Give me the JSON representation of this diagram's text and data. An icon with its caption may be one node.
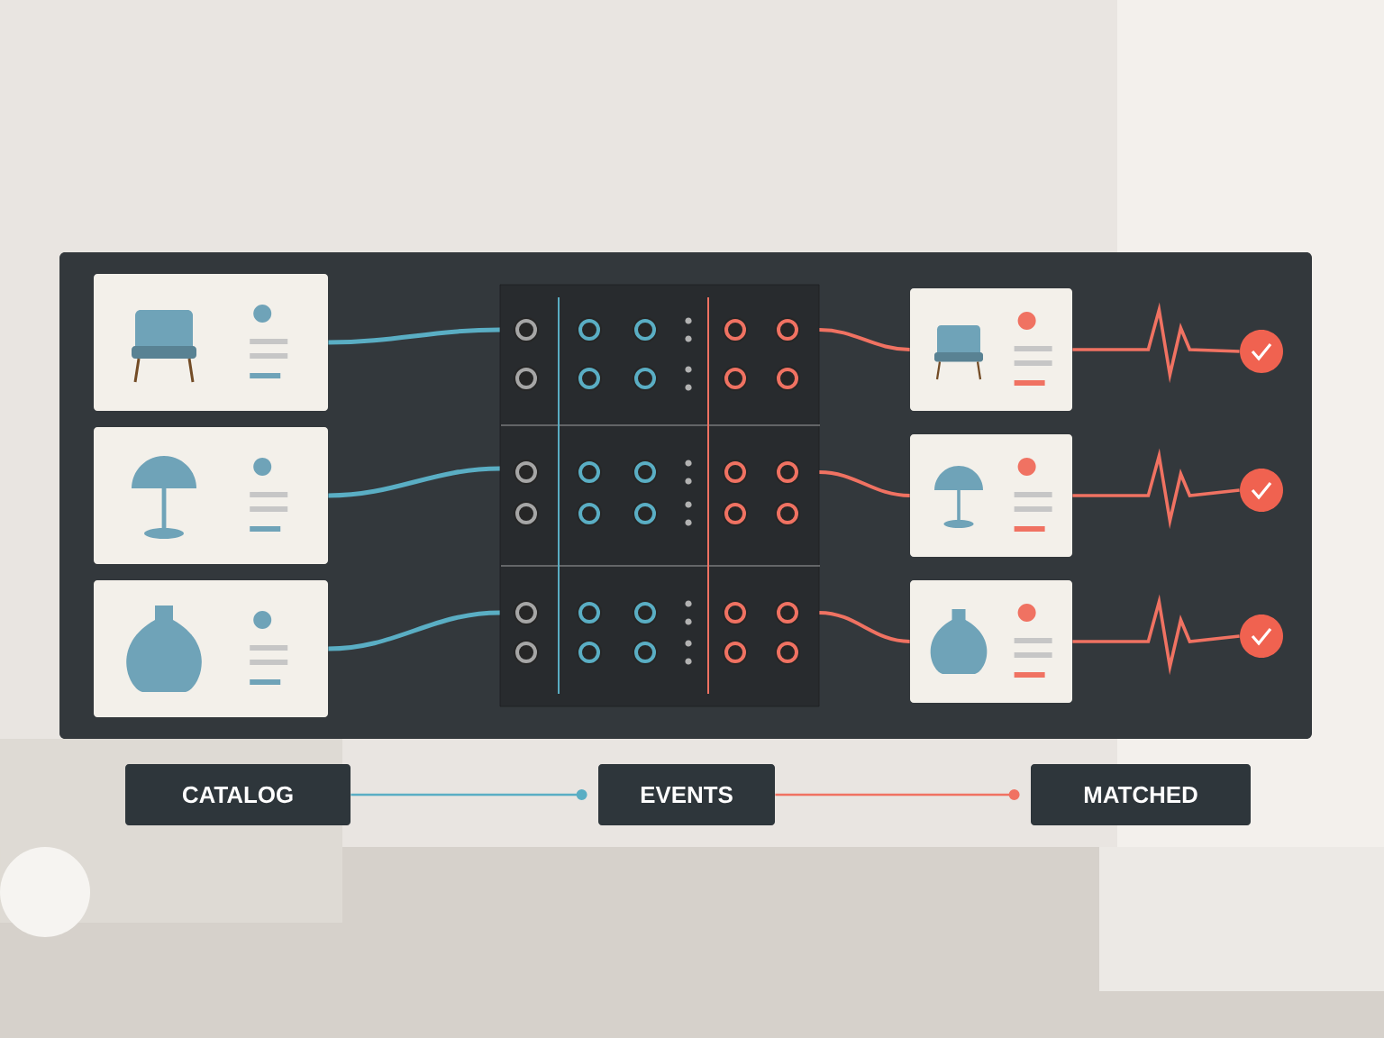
{
  "diagram": {
    "nodes": [
      {
        "text": [],
        "shape": "picture"
      },
      {
        "text": [],
        "shape": "picture"
      },
      {
        "text": [],
        "shape": "picture"
      },
      {
        "text": [],
        "shape": "box"
      },
      {
        "text": [],
        "shape": "picture"
      },
      {
        "text": [],
        "shape": "picture"
      },
      {
        "text": [],
        "shape": "picture"
      },
      {
        "text": [],
        "shape": "circle"
      },
      {
        "text": [],
        "shape": "circle"
      },
      {
        "text": [],
        "shape": "circle"
      },
      {
        "text": [
          "CATALOG"
        ]
      },
      {
        "text": [
          "EVENTS"
        ]
      },
      {
        "text": [
          "MATCHED"
        ]
      }
    ],
    "edges": [
      {
        "from": 0,
        "to": 3,
        "arrow": "none",
        "color": "#5aaec4"
      },
      {
        "from": 1,
        "to": 3,
        "arrow": "none",
        "color": "#5aaec4"
      },
      {
        "from": 2,
        "to": 3,
        "arrow": "none",
        "color": "#5aaec4"
      },
      {
        "from": 3,
        "to": 4,
        "arrow": "none",
        "color": "#f07262"
      },
      {
        "from": 3,
        "to": 5,
        "arrow": "none",
        "color": "#f07262"
      },
      {
        "from": 3,
        "to": 6,
        "arrow": "none",
        "color": "#f07262"
      },
      {
        "from": 4,
        "to": 7,
        "arrow": "none",
        "color": "#f07262"
      },
      {
        "from": 5,
        "to": 8,
        "arrow": "none",
        "color": "#f07262"
      },
      {
        "from": 6,
        "to": 9,
        "arrow": "none",
        "color": "#f07262"
      },
      {
        "from": 10,
        "to": 11,
        "arrow": "to",
        "color": "#5aaec4"
      },
      {
        "from": 11,
        "to": 12,
        "arrow": "to",
        "color": "#f07262"
      }
    ]
  }
}
